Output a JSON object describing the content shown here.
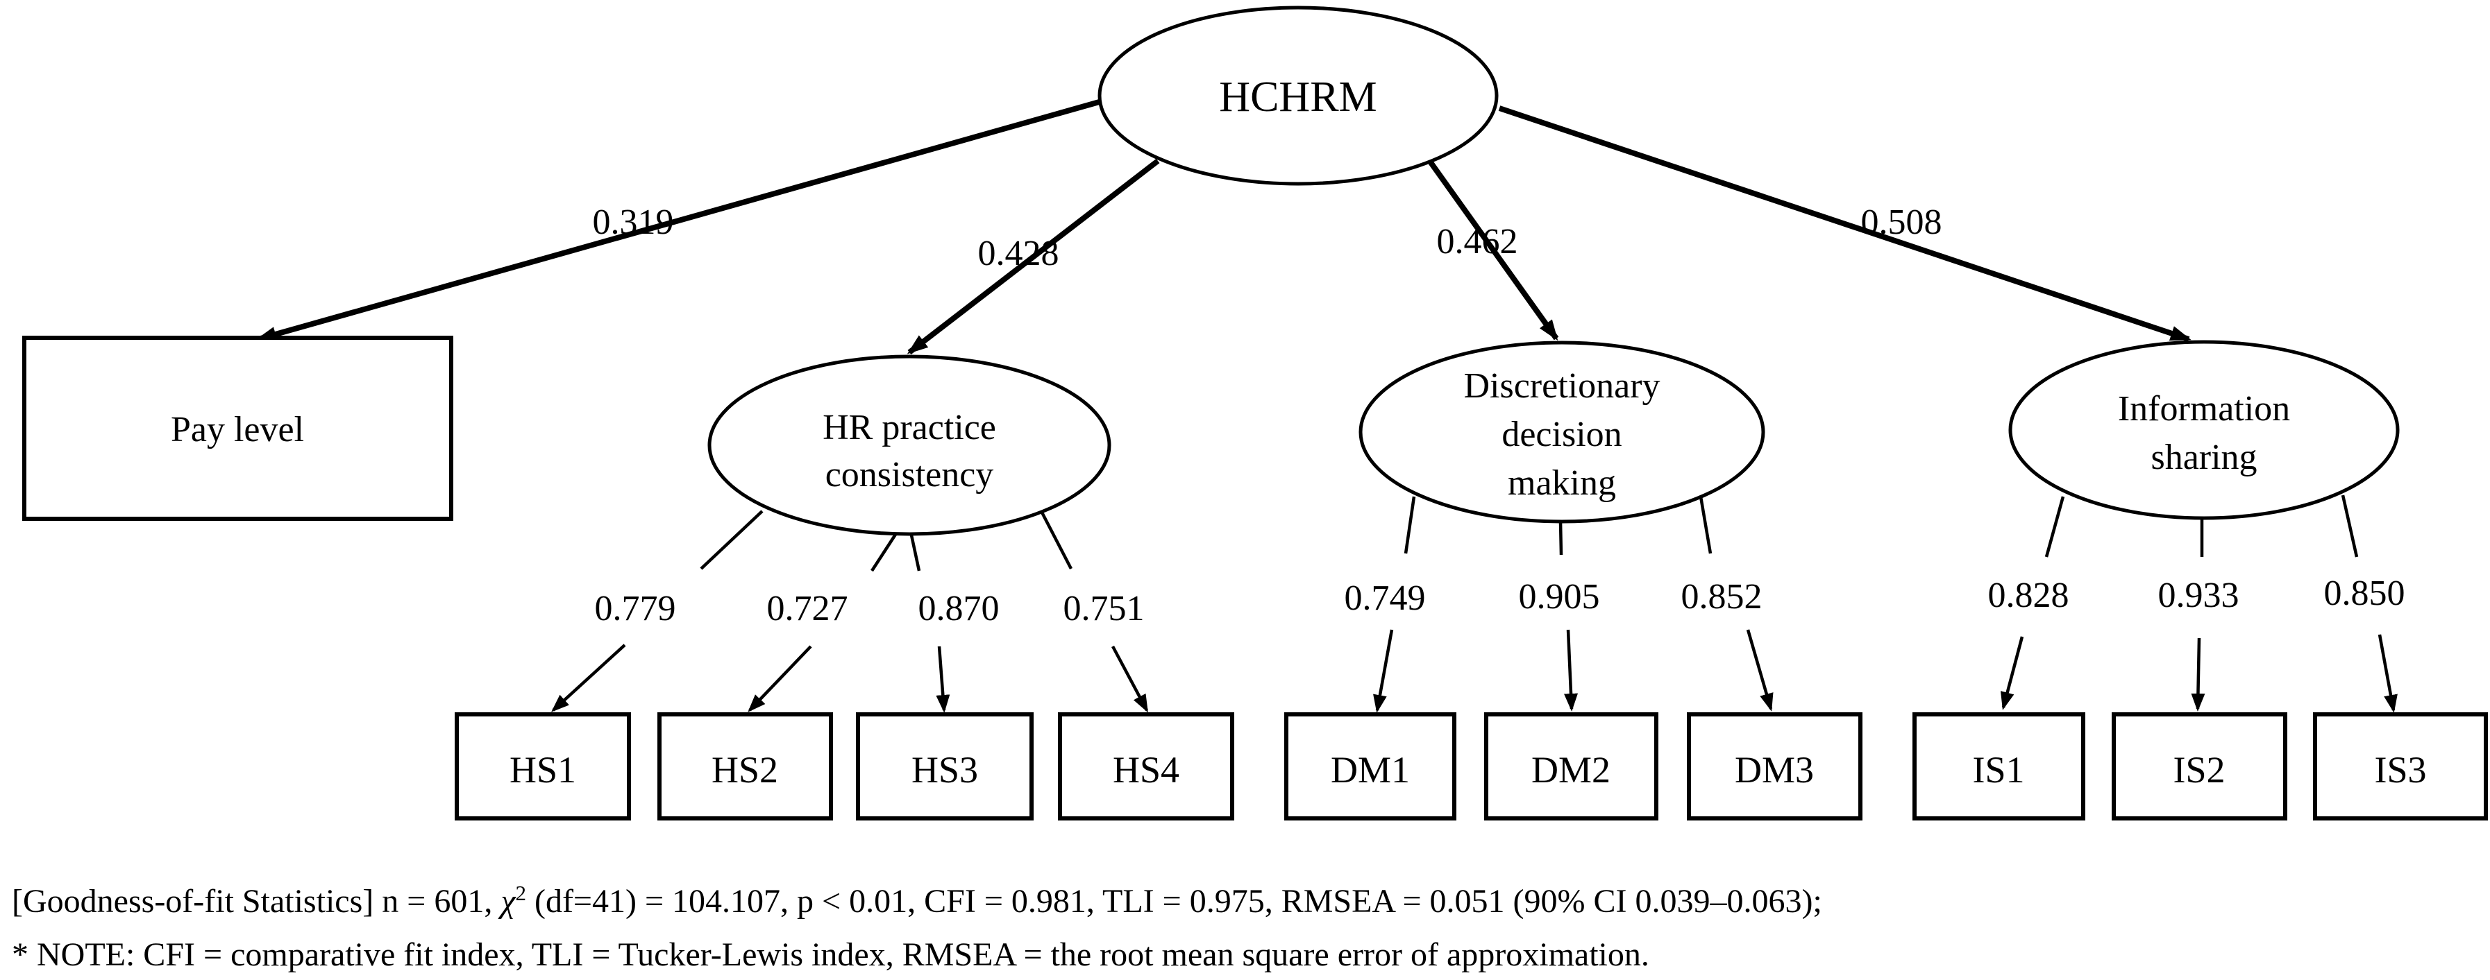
{
  "figure": {
    "type": "sem-path-diagram",
    "nodes": {
      "hchrm": "HCHRM",
      "pay_level": "Pay level",
      "hr": [
        "HR practice",
        "consistency"
      ],
      "dm": [
        "Discretionary",
        "decision",
        "making"
      ],
      "is": [
        "Information",
        "sharing"
      ],
      "indicators": {
        "hs1": "HS1",
        "hs2": "HS2",
        "hs3": "HS3",
        "hs4": "HS4",
        "dm1": "DM1",
        "dm2": "DM2",
        "dm3": "DM3",
        "is1": "IS1",
        "is2": "IS2",
        "is3": "IS3"
      }
    },
    "coefficients": {
      "pay": "0.319",
      "hr": "0.428",
      "dm": "0.462",
      "is": "0.508"
    },
    "loadings": {
      "hs1": "0.779",
      "hs2": "0.727",
      "hs3": "0.870",
      "hs4": "0.751",
      "dm1": "0.749",
      "dm2": "0.905",
      "dm3": "0.852",
      "is1": "0.828",
      "is2": "0.933",
      "is3": "0.850"
    },
    "notes": {
      "line1_prefix": "[Goodness-of-fit Statistics] n = 601, ",
      "chi": "χ",
      "chi_sup": "2",
      "line1_rest": " (df=41) = 104.107, p < 0.01, CFI = 0.981, TLI = 0.975, RMSEA = 0.051 (90% CI 0.039–0.063);",
      "line2": "* NOTE: CFI = comparative fit index, TLI = Tucker-Lewis index, RMSEA = the root mean square error of approximation."
    },
    "colors": {
      "stroke": "#000000",
      "background": "#ffffff"
    }
  }
}
